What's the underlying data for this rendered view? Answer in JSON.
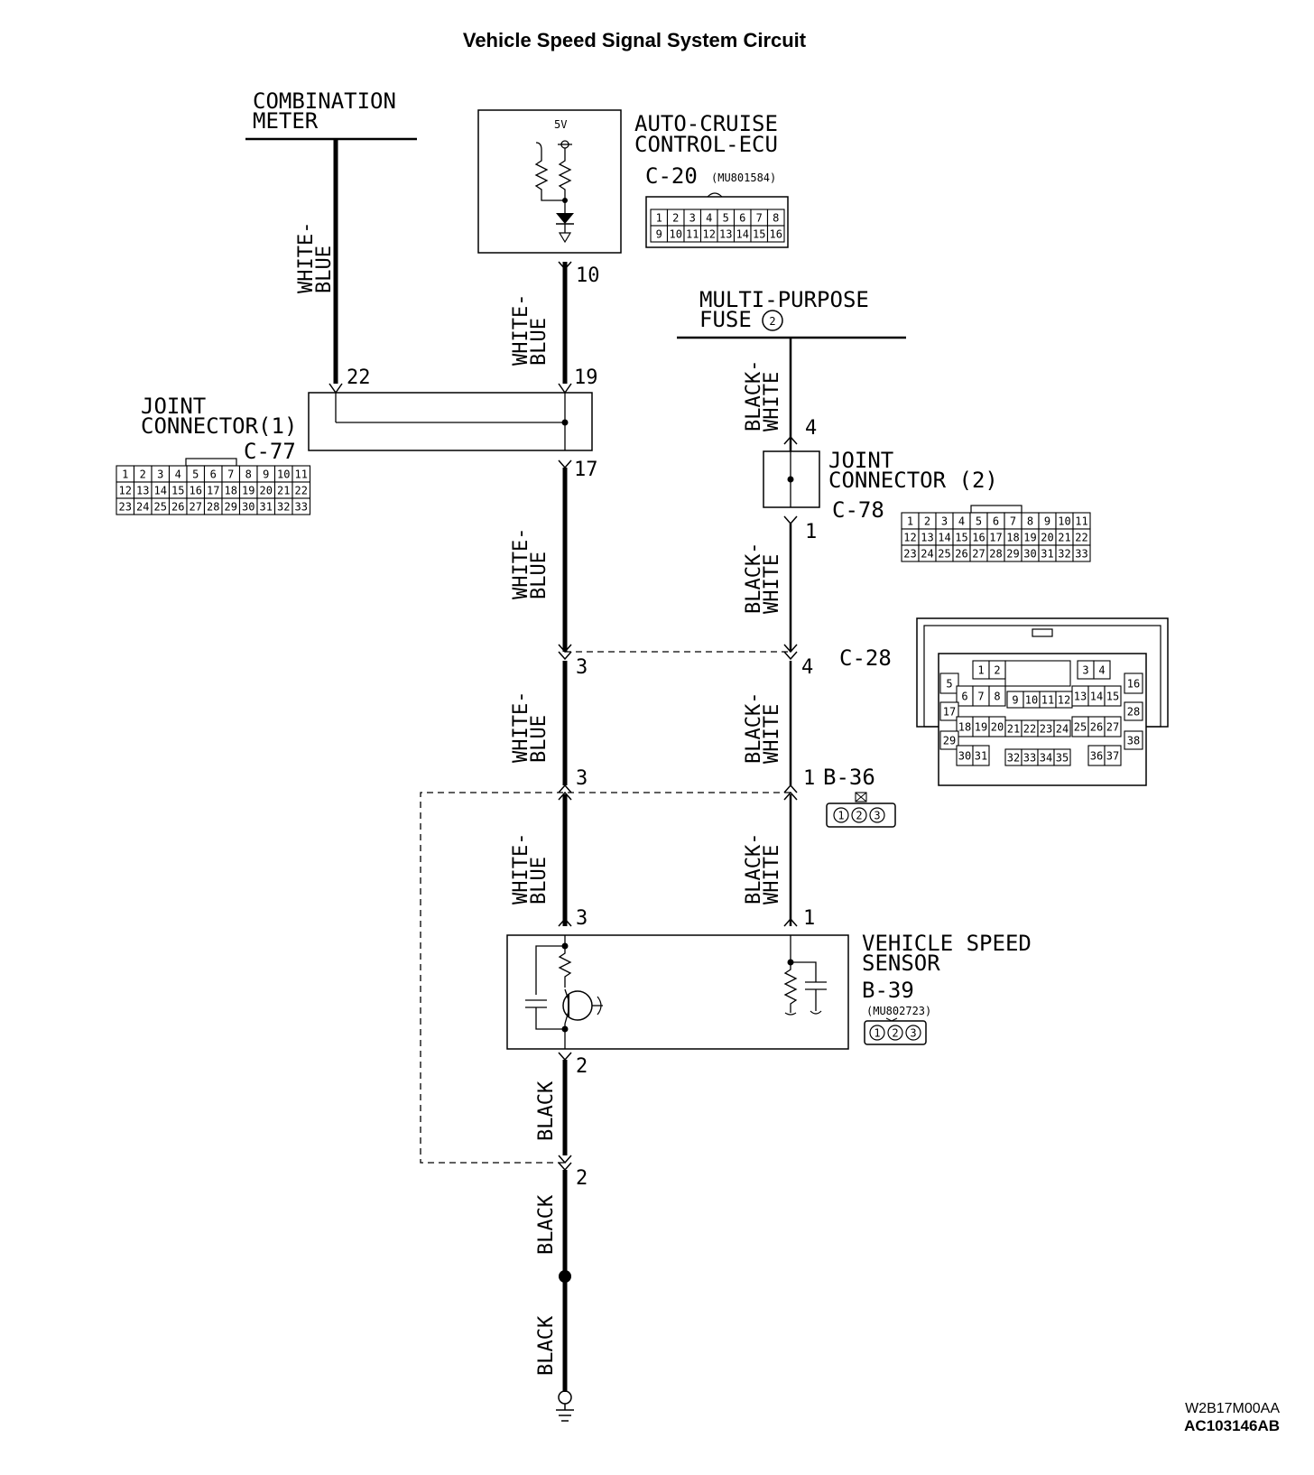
{
  "title": "Vehicle Speed Signal System Circuit",
  "components": {
    "combination_meter": [
      "COMBINATION",
      "METER"
    ],
    "auto_cruise": [
      "AUTO-CRUISE",
      "CONTROL-ECU"
    ],
    "c20_code": "C-20",
    "c20_part": "(MU801584)",
    "ecu_voltage": "5V",
    "multi_fuse": [
      "MULTI-PURPOSE",
      "FUSE"
    ],
    "fuse_number": "2",
    "joint1": [
      "JOINT",
      "CONNECTOR(1)"
    ],
    "c77_code": "C-77",
    "joint2": [
      "JOINT",
      "CONNECTOR (2)"
    ],
    "c78_code": "C-78",
    "c28_code": "C-28",
    "b36_code": "B-36",
    "vss": [
      "VEHICLE SPEED",
      "SENSOR"
    ],
    "b39_code": "B-39",
    "b39_part": "(MU802723)"
  },
  "pins": {
    "ecu_10": "10",
    "j1_22": "22",
    "j1_19": "19",
    "j1_17": "17",
    "j2_4": "4",
    "j2_1": "1",
    "c28_3": "3",
    "c28_4": "4",
    "b36_3": "3",
    "b36_1": "1",
    "vss_3": "3",
    "vss_1": "1",
    "vss_2": "2",
    "gnd_2": "2"
  },
  "wires": {
    "white_blue": [
      "WHITE-",
      "BLUE"
    ],
    "black_white": [
      "BLACK-",
      "WHITE"
    ],
    "black": "BLACK"
  },
  "connector_c20": {
    "rows": [
      [
        "1",
        "2",
        "3",
        "4",
        "5",
        "6",
        "7",
        "8"
      ],
      [
        "9",
        "10",
        "11",
        "12",
        "13",
        "14",
        "15",
        "16"
      ]
    ]
  },
  "connector_c77": {
    "rows": [
      [
        "1",
        "2",
        "3",
        "4",
        "5",
        "6",
        "7",
        "8",
        "9",
        "10",
        "11"
      ],
      [
        "12",
        "13",
        "14",
        "15",
        "16",
        "17",
        "18",
        "19",
        "20",
        "21",
        "22"
      ],
      [
        "23",
        "24",
        "25",
        "26",
        "27",
        "28",
        "29",
        "30",
        "31",
        "32",
        "33"
      ]
    ]
  },
  "connector_c78": {
    "rows": [
      [
        "1",
        "2",
        "3",
        "4",
        "5",
        "6",
        "7",
        "8",
        "9",
        "10",
        "11"
      ],
      [
        "12",
        "13",
        "14",
        "15",
        "16",
        "17",
        "18",
        "19",
        "20",
        "21",
        "22"
      ],
      [
        "23",
        "24",
        "25",
        "26",
        "27",
        "28",
        "29",
        "30",
        "31",
        "32",
        "33"
      ]
    ]
  },
  "connector_c28": {
    "cells": [
      "1",
      "2",
      "3",
      "4",
      "5",
      "6",
      "7",
      "8",
      "9",
      "10",
      "11",
      "12",
      "13",
      "14",
      "15",
      "16",
      "17",
      "18",
      "19",
      "20",
      "21",
      "22",
      "23",
      "24",
      "25",
      "26",
      "27",
      "28",
      "29",
      "30",
      "31",
      "32",
      "33",
      "34",
      "35",
      "36",
      "37",
      "38"
    ]
  },
  "connector_b36": {
    "pins": [
      "1",
      "2",
      "3"
    ]
  },
  "connector_b39": {
    "pins": [
      "1",
      "2",
      "3"
    ]
  },
  "ref_codes": [
    "W2B17M00AA",
    "AC103146AB"
  ]
}
